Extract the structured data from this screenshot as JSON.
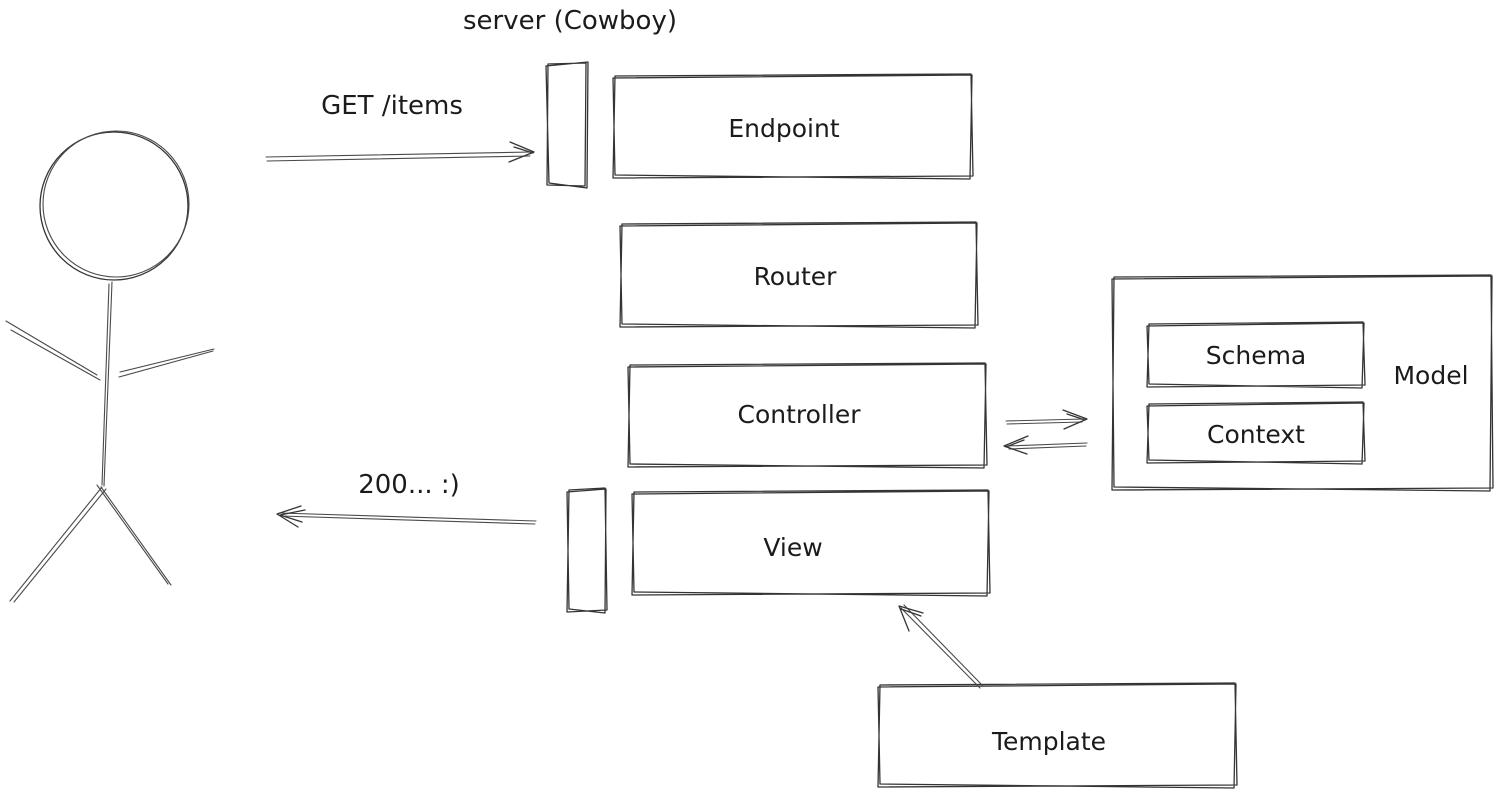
{
  "diagram": {
    "title": "server (Cowboy)",
    "nodes": {
      "endpoint": {
        "label": "Endpoint"
      },
      "router": {
        "label": "Router"
      },
      "controller": {
        "label": "Controller"
      },
      "view": {
        "label": "View"
      },
      "template": {
        "label": "Template"
      },
      "model": {
        "label": "Model"
      },
      "schema": {
        "label": "Schema"
      },
      "context": {
        "label": "Context"
      }
    },
    "arrows": {
      "request": {
        "label": "GET /items"
      },
      "response": {
        "label": "200... :)"
      }
    },
    "colors": {
      "stroke": "#343434",
      "text": "#1b1b1b",
      "background": "#ffffff"
    }
  }
}
